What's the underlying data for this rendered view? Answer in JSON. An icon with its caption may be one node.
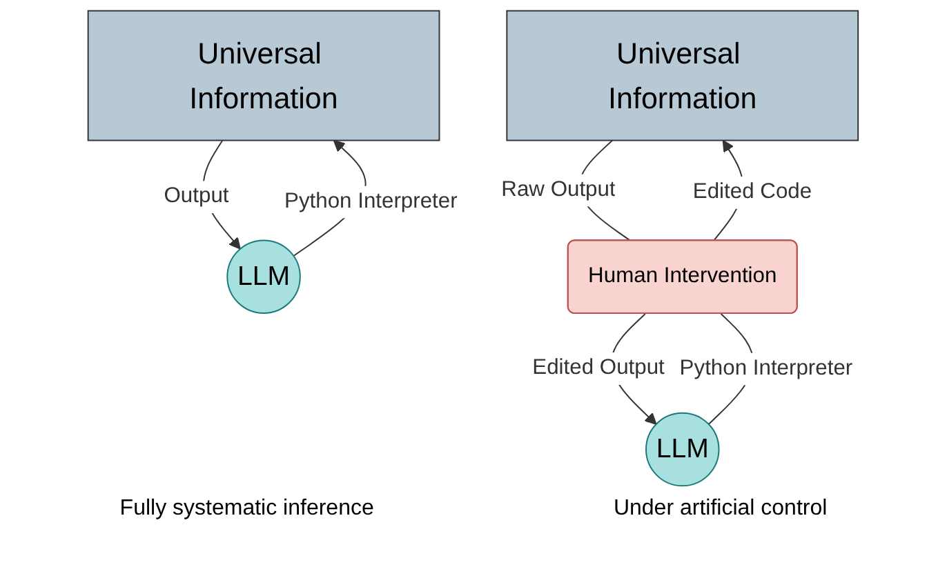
{
  "diagram": {
    "nodes": [
      {
        "text": [
          "Universal Information"
        ]
      },
      {
        "text": [
          "LLM"
        ]
      },
      {
        "text": [
          "Universal Information"
        ]
      },
      {
        "text": [
          "Human Intervention"
        ]
      },
      {
        "text": [
          "LLM"
        ]
      }
    ],
    "edges": [
      {
        "from": 0,
        "to": 1,
        "arrow": "to",
        "label": "Output"
      },
      {
        "from": 1,
        "to": 0,
        "arrow": "to",
        "label": "Python Interpreter"
      },
      {
        "from": 2,
        "to": 3,
        "arrow": "none",
        "label": "Raw Output"
      },
      {
        "from": 3,
        "to": 2,
        "arrow": "to",
        "label": "Edited Code"
      },
      {
        "from": 3,
        "to": 4,
        "arrow": "to",
        "label": "Edited Output"
      },
      {
        "from": 4,
        "to": 3,
        "arrow": "none",
        "label": "Python Interpreter"
      }
    ],
    "labels": [
      "Fully systematic inference",
      "Under artificial control"
    ]
  }
}
